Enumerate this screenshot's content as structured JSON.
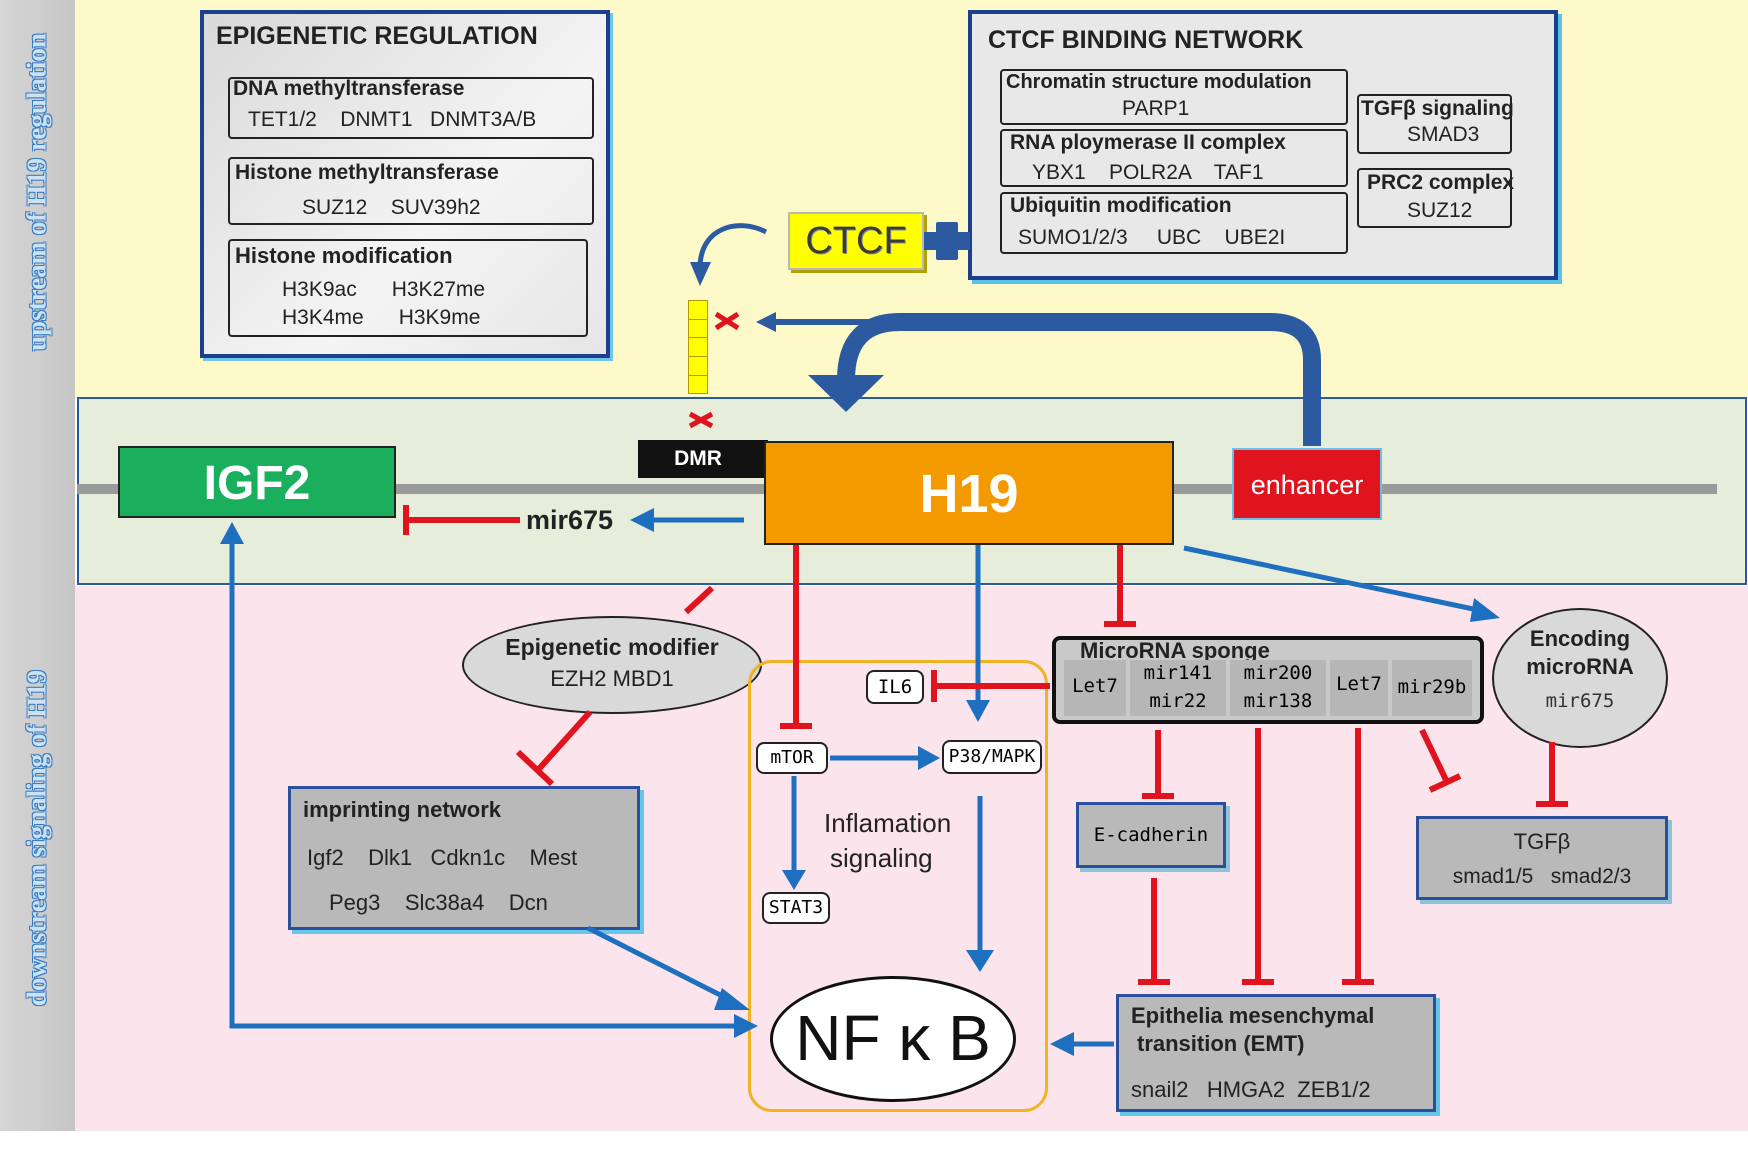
{
  "side_labels": {
    "upstream": "upstream of H19 regulation",
    "downstream": "downstream  signaling of H19"
  },
  "epigenetic_regulation": {
    "title": "EPIGENETIC REGULATION",
    "dna_methyltransferase": {
      "title": "DNA methyltransferase",
      "items": "TET1/2    DNMT1   DNMT3A/B"
    },
    "histone_methyltransferase": {
      "title": "Histone methyltransferase",
      "items": "SUZ12    SUV39h2"
    },
    "histone_modification": {
      "title": "Histone modification",
      "row1": "H3K9ac      H3K27me",
      "row2": "H3K4me      H3K9me"
    }
  },
  "ctcf_network": {
    "title": "CTCF BINDING NETWORK",
    "chromatin": {
      "title": "Chromatin structure modulation",
      "items": "PARP1"
    },
    "rna_pol": {
      "title": "RNA ploymerase II complex",
      "items": "YBX1    POLR2A    TAF1"
    },
    "ubiquitin": {
      "title": "Ubiquitin modification",
      "items": "SUMO1/2/3     UBC    UBE2I"
    },
    "tgfb": {
      "title": "TGFβ signaling",
      "items": "SMAD3"
    },
    "prc2": {
      "title": "PRC2 complex",
      "items": "SUZ12"
    },
    "ctcf_label": "CTCF"
  },
  "genes": {
    "igf2": "IGF2",
    "h19": "H19",
    "dmr": "DMR",
    "enhancer": "enhancer",
    "mir675": "mir675"
  },
  "epigenetic_modifier": {
    "title": "Epigenetic modifier",
    "items": "EZH2  MBD1"
  },
  "imprinting_network": {
    "title": "imprinting network",
    "row1": "Igf2    Dlk1   Cdkn1c    Mest",
    "row2": "Peg3    Slc38a4    Dcn"
  },
  "inflammation": {
    "il6": "IL6",
    "mtor": "mTOR",
    "p38": "P38/MAPK",
    "stat3": "STAT3",
    "label1": "Inflamation",
    "label2": "signaling",
    "nfkb": "NF κ B"
  },
  "microrna_sponge": {
    "title": "MicroRNA sponge",
    "cells": [
      {
        "line1": "Let7",
        "line2": ""
      },
      {
        "line1": "mir141",
        "line2": "mir22"
      },
      {
        "line1": "mir200",
        "line2": "mir138"
      },
      {
        "line1": "Let7",
        "line2": ""
      },
      {
        "line1": "mir29b",
        "line2": ""
      }
    ]
  },
  "encoding_microrna": {
    "title1": "Encoding",
    "title2": "microRNA",
    "items": "mir675"
  },
  "ecadherin": "E-cadherin",
  "tgfb_box": {
    "title": "TGFβ",
    "items": "smad1/5   smad2/3"
  },
  "emt": {
    "title1": "Epithelia mesenchymal",
    "title2": "transition (EMT)",
    "items": "snail2   HMGA2  ZEB1/2"
  },
  "colors": {
    "activation": "#1f6fc0",
    "inhibition": "#e0141e",
    "h19": "#f39a00",
    "igf2": "#1aaf5d",
    "enhancer": "#e0141e",
    "ctcf": "#ffff00"
  }
}
